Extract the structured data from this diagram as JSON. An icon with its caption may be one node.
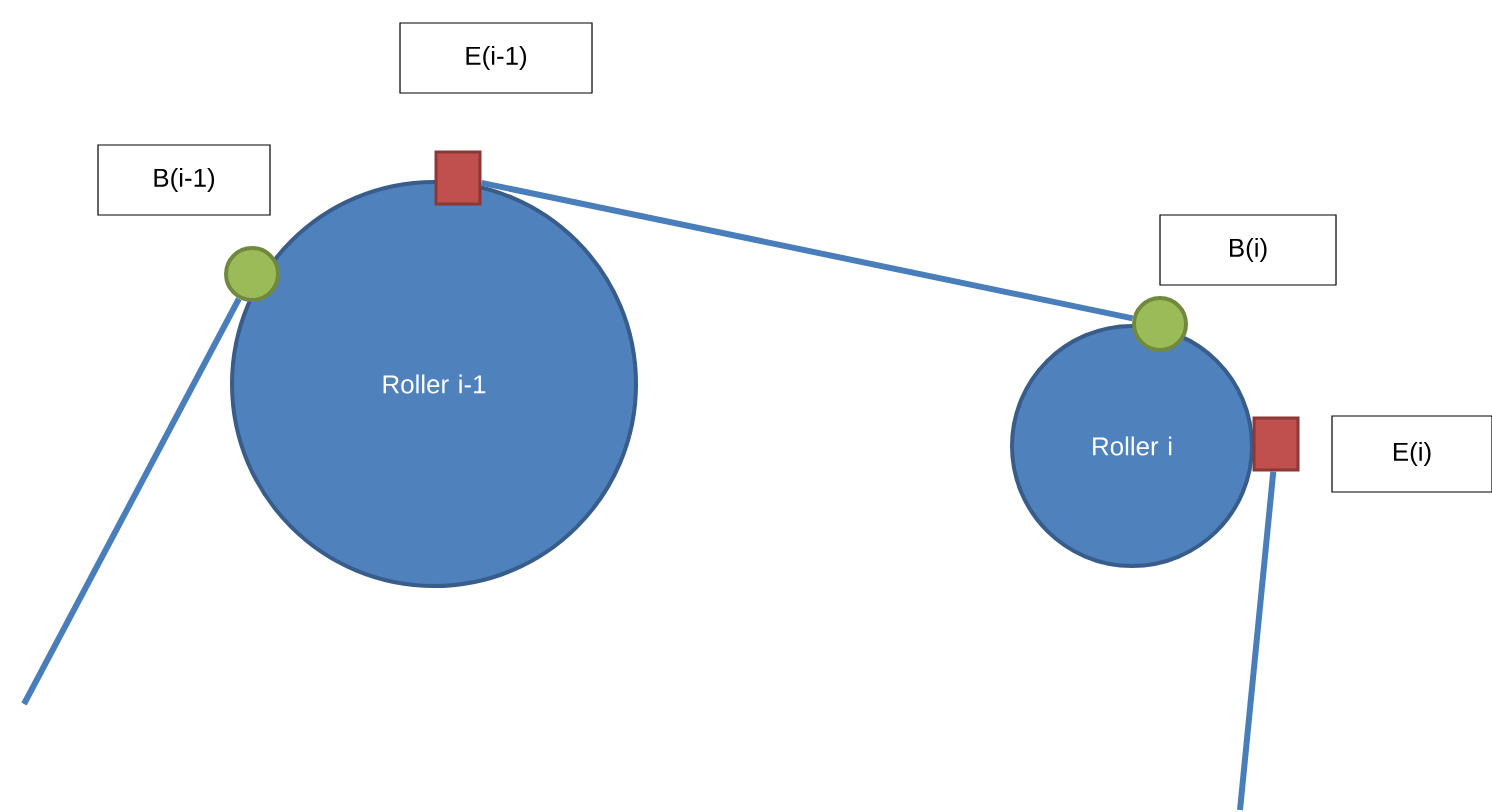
{
  "diagram": {
    "nodes": [
      {
        "text": [
          "B(i-1)"
        ]
      },
      {
        "text": [
          "E(i-1)"
        ]
      },
      {
        "text": [
          "Roller i-1"
        ]
      },
      {
        "text": [
          "Roller i"
        ]
      },
      {
        "text": [
          "B(i)"
        ]
      },
      {
        "text": [
          "E(i)"
        ]
      },
      {
        "text": [],
        "shape": "circle"
      },
      {
        "text": [],
        "shape": "box"
      },
      {
        "text": [],
        "shape": "circle"
      },
      {
        "text": [],
        "shape": "box"
      }
    ],
    "edges": [
      {
        "from": null,
        "to": 6,
        "arrow": "none"
      },
      {
        "from": 7,
        "to": 8,
        "arrow": "none"
      },
      {
        "from": 9,
        "to": null,
        "arrow": "none"
      }
    ]
  }
}
